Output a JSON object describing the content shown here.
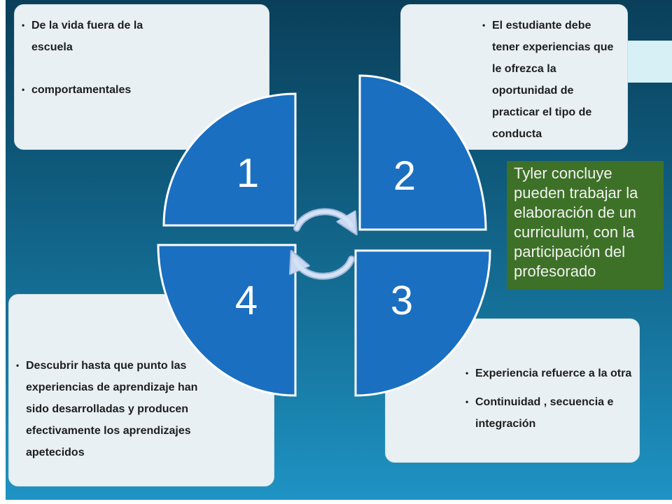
{
  "quadrants": [
    {
      "number": "1"
    },
    {
      "number": "2"
    },
    {
      "number": "3"
    },
    {
      "number": "4"
    }
  ],
  "boxes": {
    "box1": [
      "De la vida fuera de la escuela",
      "comportamentales"
    ],
    "box2": [
      "El estudiante debe tener experiencias que le ofrezca la oportunidad de practicar el tipo de conducta"
    ],
    "box3": [
      "Experiencia refuerce a la otra",
      "Continuidad , secuencia e integración"
    ],
    "box4": [
      "Descubrir hasta que punto las experiencias de aprendizaje han sido desarrolladas  y producen efectivamente los aprendizajes apetecidos"
    ]
  },
  "conclusion": "Tyler concluye pueden trabajar la elaboración de un curriculum, con la participación del profesorado",
  "colors": {
    "quadrant_fill": "#1a6fc0",
    "quadrant_stroke": "#ffffff",
    "conclusion_bg": "#3e7128",
    "box_bg": "#e9f0f3",
    "arrow": "#c9d9f0"
  }
}
